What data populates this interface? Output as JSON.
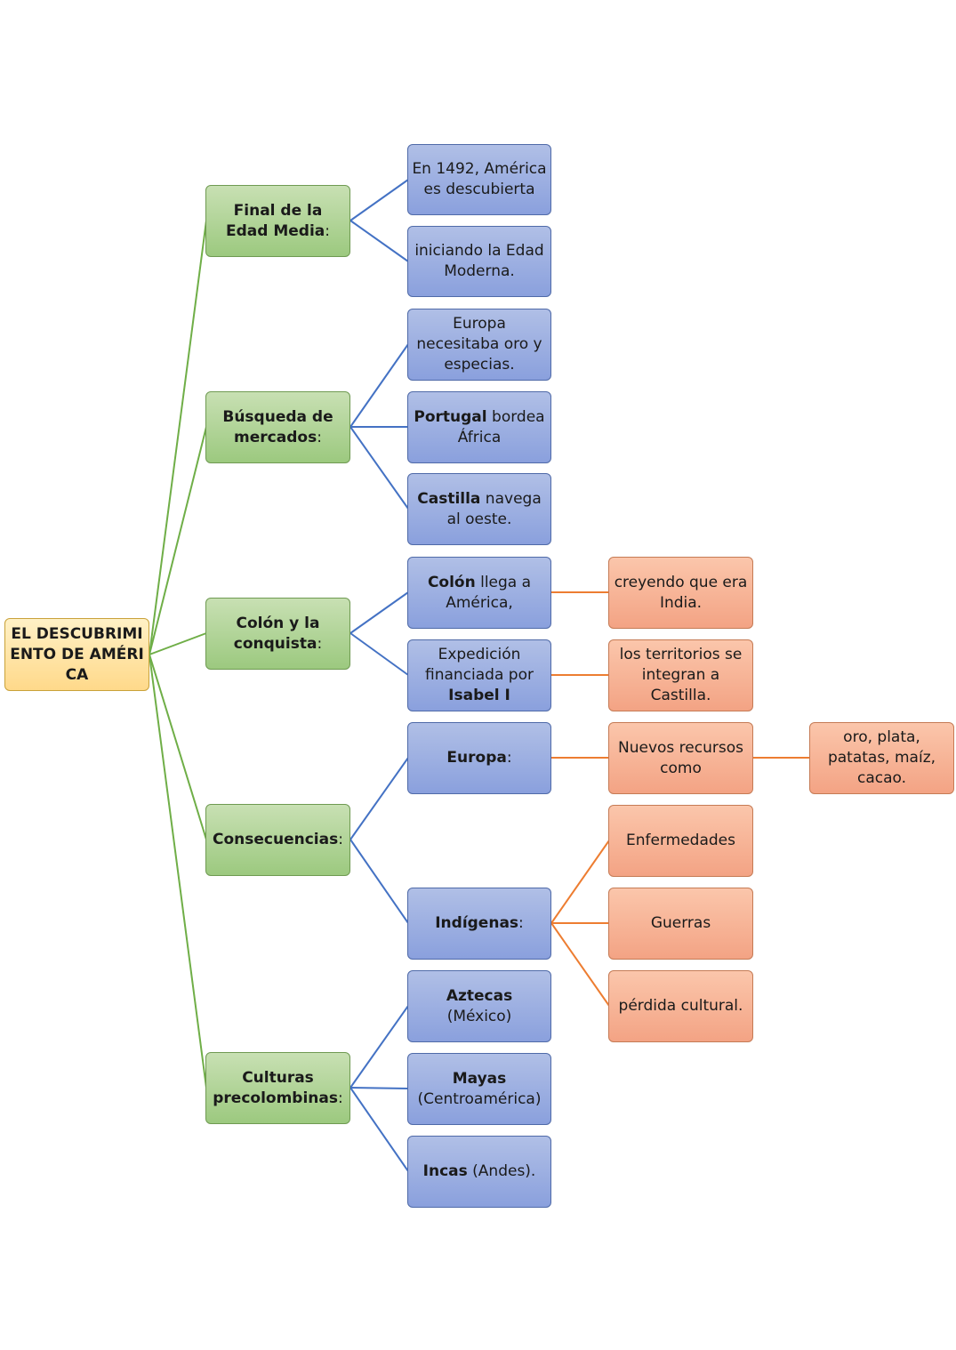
{
  "colors": {
    "root_line": "#6fae47",
    "blue_line": "#4472c4",
    "orange_line": "#ed7d31"
  },
  "root": {
    "text": "EL DESCUBRIMIENTO DE AMÉRICA"
  },
  "branches": [
    {
      "label": "Final de la Edad Media",
      "suffix": ":",
      "children": [
        {
          "bold": "",
          "text": "En 1492, América es descubierta"
        },
        {
          "bold": "",
          "text": "iniciando la Edad Moderna."
        }
      ]
    },
    {
      "label": "Búsqueda de mercados",
      "suffix": ":",
      "children": [
        {
          "bold": "",
          "text": "Europa necesitaba oro y especias."
        },
        {
          "bold": "Portugal",
          "text": " bordea África"
        },
        {
          "bold": "Castilla",
          "text": " navega al oeste."
        }
      ]
    },
    {
      "label": "Colón y la conquista",
      "suffix": ":",
      "children": [
        {
          "bold": "Colón",
          "text": " llega a América,",
          "next": [
            {
              "text": "creyendo que era India."
            }
          ]
        },
        {
          "pre": "Expedición financiada por ",
          "bold": "Isabel I",
          "text": "",
          "next": [
            {
              "text": "los territorios se integran a Castilla."
            }
          ]
        }
      ]
    },
    {
      "label": "Consecuencias",
      "suffix": ":",
      "children": [
        {
          "bold": "Europa",
          "text": ":",
          "next": [
            {
              "text": "Nuevos recursos como",
              "next": [
                {
                  "text": "oro, plata, patatas, maíz, cacao."
                }
              ]
            }
          ]
        },
        {
          "bold": "Indígenas",
          "text": ":",
          "next": [
            {
              "text": "Enfermedades"
            },
            {
              "text": "Guerras"
            },
            {
              "text": "pérdida cultural."
            }
          ]
        }
      ]
    },
    {
      "label": "Culturas precolombinas",
      "suffix": ":",
      "children": [
        {
          "bold": "Aztecas",
          "text": " (México)"
        },
        {
          "bold": "Mayas",
          "text": " (Centroamérica)"
        },
        {
          "bold": "Incas",
          "text": " (Andes)."
        }
      ]
    }
  ]
}
